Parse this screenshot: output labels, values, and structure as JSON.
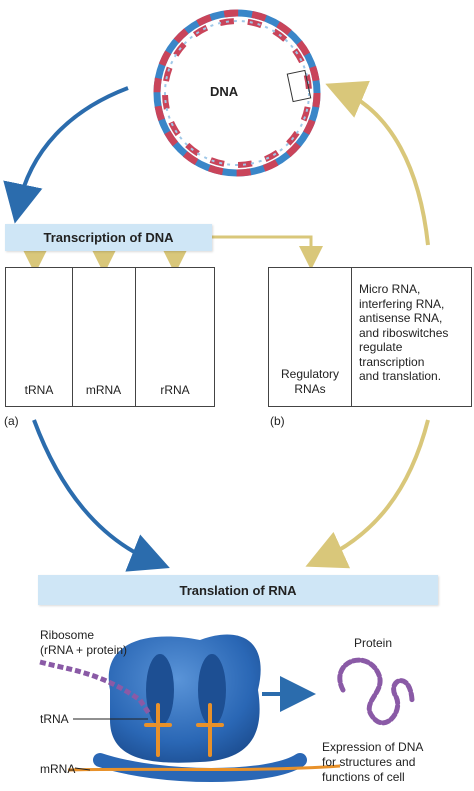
{
  "dna": {
    "label": "DNA"
  },
  "transcription": {
    "label": "Transcription of DNA"
  },
  "panel_a": {
    "tag": "(a)",
    "items": [
      {
        "label": "tRNA",
        "icon": "trna-cloverleaf-icon"
      },
      {
        "label": "mRNA",
        "icon": "mrna-strand-icon"
      },
      {
        "label": "rRNA",
        "icon": "rrna-structure-icon"
      }
    ]
  },
  "panel_b": {
    "tag": "(b)",
    "regulatory_label_1": "Regulatory",
    "regulatory_label_2": "RNAs",
    "description_lines": [
      "Micro RNA,",
      "interfering RNA,",
      "antisense RNA,",
      "and riboswitches",
      "regulate",
      "transcription",
      "and translation."
    ]
  },
  "translation": {
    "label": "Translation of RNA"
  },
  "ribosome": {
    "label_1": "Ribosome",
    "label_2": "(rRNA + protein)"
  },
  "bottom_labels": {
    "trna": "tRNA",
    "mrna": "mRNA"
  },
  "protein": {
    "label": "Protein",
    "caption_lines": [
      "Expression of DNA",
      "for structures and",
      "functions of cell"
    ]
  },
  "colors": {
    "blue_arrow": "#2b6cad",
    "yellow_arrow": "#d9c77a",
    "banner": "#cfe6f6",
    "rna_orange": "#e8912a",
    "rna_yellow": "#e9b84a",
    "dna_red": "#c9445a",
    "dna_blue": "#3a86c8",
    "ribosome_blue": "#2a67b5",
    "protein_purple": "#8a5aa6"
  }
}
